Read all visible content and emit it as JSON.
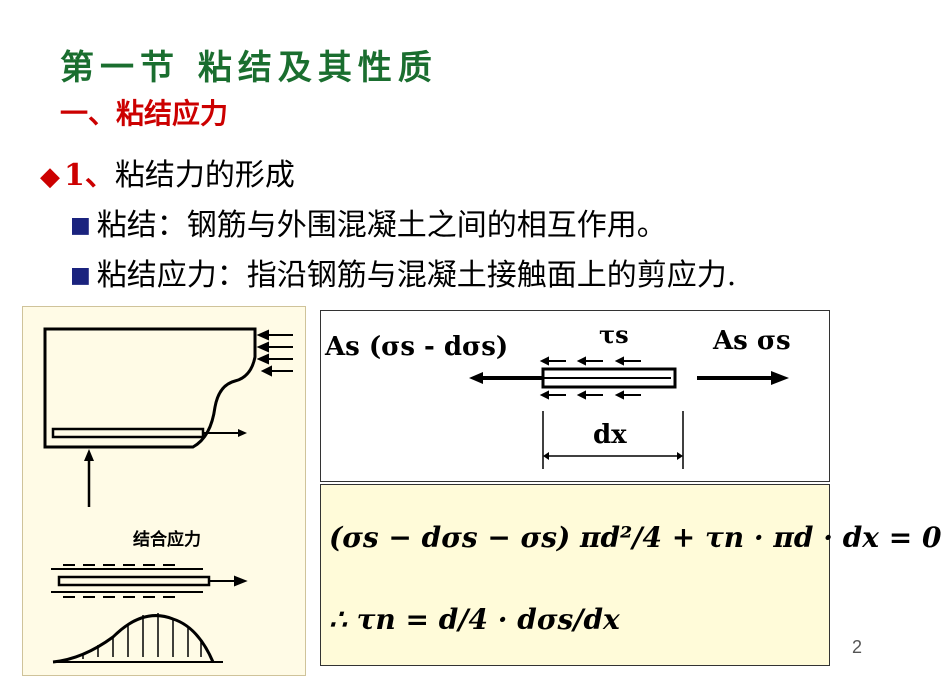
{
  "title": "第一节  粘结及其性质",
  "subtitle": "一、粘结应力",
  "section": {
    "number": "1、",
    "text": "粘结力的形成"
  },
  "items": [
    {
      "text": "粘结：钢筋与外围混凝土之间的相互作用。"
    },
    {
      "text": "粘结应力：指沿钢筋与混凝土接触面上的剪应力."
    }
  ],
  "figure_left": {
    "label": "结合应力"
  },
  "figure_top": {
    "left_force": "As (σs - dσs)",
    "tau_label": "τs",
    "right_force": "As σs",
    "length_label": "dx"
  },
  "equations": {
    "eq1": "(σs − dσs − σs) πd²/4 + τn · πd · dx = 0",
    "eq2": "∴ τn = d/4 · dσs/dx"
  },
  "page_number": "2",
  "colors": {
    "title": "#1a6e2f",
    "subtitle": "#cc0000",
    "bullet_diamond": "#cc0000",
    "bullet_square": "#1a237e",
    "eq_bg": "#fffbd9"
  }
}
